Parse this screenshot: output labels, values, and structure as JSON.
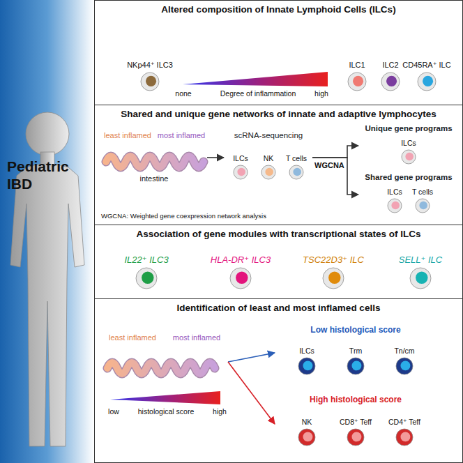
{
  "diagram": {
    "nodes": [
      {
        "text": [
          "Pediatric IBD"
        ]
      },
      {
        "text": [
          "Altered composition of Innate Lymphoid Cells (ILCs)"
        ]
      },
      {
        "text": [
          "NKp44⁺ ILC3"
        ],
        "in": 1
      },
      {
        "text": [
          "ILC1"
        ],
        "in": 1
      },
      {
        "text": [
          "ILC2"
        ],
        "in": 1
      },
      {
        "text": [
          "CD45RA⁺ ILC"
        ],
        "in": 1
      },
      {
        "text": [
          "Shared and unique gene networks of innate and adaptive lymphocytes"
        ]
      },
      {
        "text": [
          "least inflamed",
          "most inflamed",
          "intestine"
        ],
        "in": 6
      },
      {
        "text": [
          "scRNA-sequencing"
        ],
        "in": 6
      },
      {
        "text": [
          "ILCs"
        ],
        "in": 8
      },
      {
        "text": [
          "NK"
        ],
        "in": 8
      },
      {
        "text": [
          "T cells"
        ],
        "in": 8
      },
      {
        "text": [
          "Unique gene programs"
        ],
        "in": 6
      },
      {
        "text": [
          "ILCs"
        ],
        "in": 12
      },
      {
        "text": [
          "Shared gene programs"
        ],
        "in": 6
      },
      {
        "text": [
          "ILCs"
        ],
        "in": 14
      },
      {
        "text": [
          "T cells"
        ],
        "in": 14
      },
      {
        "text": [
          "Association of gene modules with transcriptional states of ILCs"
        ]
      },
      {
        "text": [
          "IL22⁺ ILC3"
        ],
        "in": 17
      },
      {
        "text": [
          "HLA-DR⁺ ILC3"
        ],
        "in": 17
      },
      {
        "text": [
          "TSC22D3⁺ ILC"
        ],
        "in": 17
      },
      {
        "text": [
          "SELL⁺ ILC"
        ],
        "in": 17
      },
      {
        "text": [
          "Identification of least and most inflamed cells"
        ]
      },
      {
        "text": [
          "least inflamed",
          "most inflamed"
        ],
        "in": 22
      },
      {
        "text": [
          "Low histological score"
        ],
        "in": 22
      },
      {
        "text": [
          "ILCs"
        ],
        "in": 24
      },
      {
        "text": [
          "Trm"
        ],
        "in": 24
      },
      {
        "text": [
          "Tn/cm"
        ],
        "in": 24
      },
      {
        "text": [
          "High histological score"
        ],
        "in": 22
      },
      {
        "text": [
          "NK"
        ],
        "in": 28
      },
      {
        "text": [
          "CD8⁺ Teff"
        ],
        "in": 28
      },
      {
        "text": [
          "CD4⁺ Teff"
        ],
        "in": 28
      }
    ],
    "edges": [
      {
        "from": 7,
        "to": 8,
        "arrow": "to"
      },
      {
        "from": 8,
        "to": 12,
        "arrow": "to"
      },
      {
        "from": 8,
        "to": 14,
        "arrow": "to"
      },
      {
        "from": 23,
        "to": 24,
        "arrow": "to"
      },
      {
        "from": 23,
        "to": 28,
        "arrow": "to"
      }
    ],
    "labels": [
      "none",
      "Degree of inflammation",
      "high",
      "WGCNA",
      "WGCNA: Weighted gene coexpression network analysis",
      "low",
      "histological score",
      "high"
    ]
  }
}
